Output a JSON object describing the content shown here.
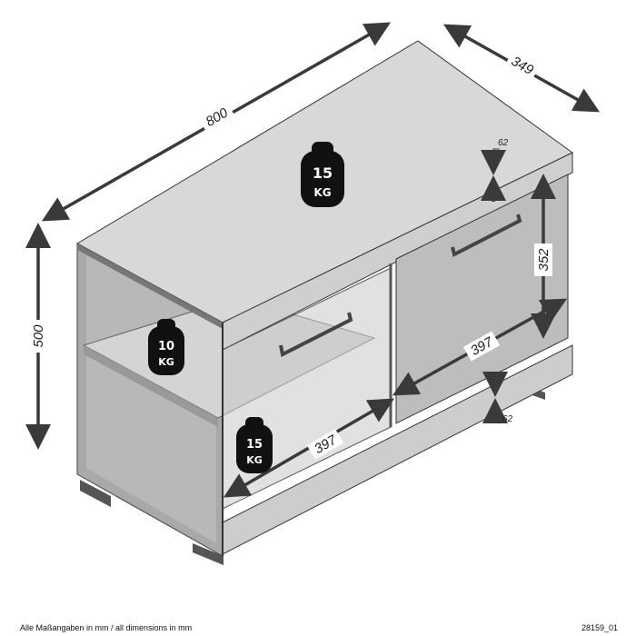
{
  "dimensions": {
    "width": "800",
    "depth": "349",
    "height": "500",
    "door_height": "352",
    "top_offset": "62",
    "bottom_offset": "62",
    "right_width": "397",
    "left_width": "397"
  },
  "weights": [
    {
      "value": "15",
      "unit": "KG"
    },
    {
      "value": "10",
      "unit": "KG"
    },
    {
      "value": "15",
      "unit": "KG"
    }
  ],
  "footer": {
    "note": "Alle Maßangaben in mm / all dimensions in mm",
    "code": "28159_01"
  },
  "colors": {
    "arrow": "#3a3a3a",
    "panel": "#c8c8c8",
    "weight": "#111111"
  }
}
